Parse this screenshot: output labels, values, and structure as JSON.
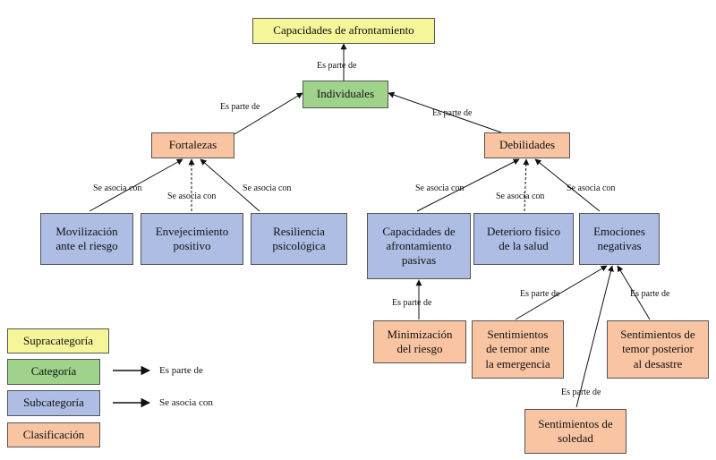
{
  "nodes": {
    "root": "Capacidades de afrontamiento",
    "individuales": "Individuales",
    "fortalezas": "Fortalezas",
    "debilidades": "Debilidades",
    "movilizacion": "Movilización\nante el riesgo",
    "envejecimiento": "Envejecimiento\npositivo",
    "resiliencia": "Resiliencia\npsicológica",
    "capacidades_pasivas": "Capacidades de\nafrontamiento\npasivas",
    "deterioro": "Deterioro físico\nde la salud",
    "emociones": "Emociones\nnegativas",
    "minimizacion": "Minimización\ndel riesgo",
    "temor_emergencia": "Sentimientos\nde temor ante\nla emergencia",
    "temor_posterior": "Sentimientos de\ntemor posterior\nal desastre",
    "soledad": "Sentimientos de\nsoledad"
  },
  "edges": {
    "es_parte_de": "Es parte de",
    "se_asocia_con": "Se asocia con"
  },
  "legend": {
    "supracategoria": "Supracategoría",
    "categoria": "Categoría",
    "subcategoria": "Subcategoría",
    "clasificacion": "Clasificación",
    "arrow_parte": "Es parte de",
    "arrow_asocia": "Se asocia con"
  },
  "colors": {
    "supracategoria": "#f5f59a",
    "categoria": "#9fd38a",
    "subcategoria": "#aebde4",
    "clasificacion": "#f9c4a2"
  }
}
